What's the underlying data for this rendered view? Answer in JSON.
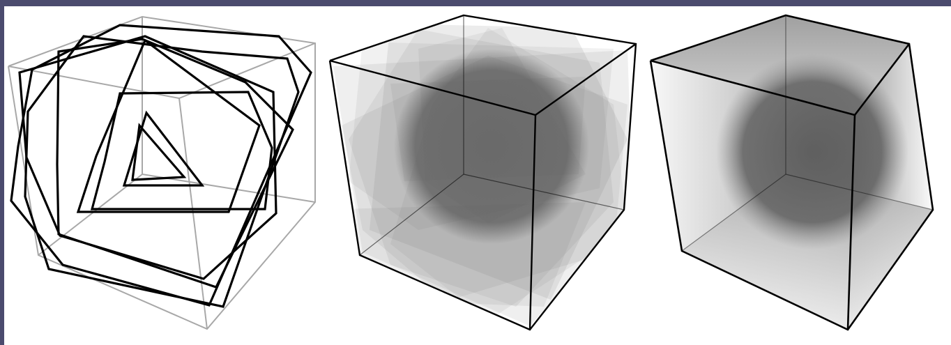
{
  "figure": {
    "panels": [
      {
        "id": "proxy-slices",
        "description_style": "wireframe"
      },
      {
        "id": "blended-slices",
        "description_style": "translucent"
      },
      {
        "id": "final-render",
        "description_style": "smooth"
      }
    ],
    "colors": {
      "background_border": "#4b4b6e",
      "canvas": "#ffffff",
      "cube_edge_dark": "#000000",
      "cube_edge_light": "#a8a8a8",
      "slice_fill": "#7a7a7a",
      "sphere": "#555555"
    }
  }
}
